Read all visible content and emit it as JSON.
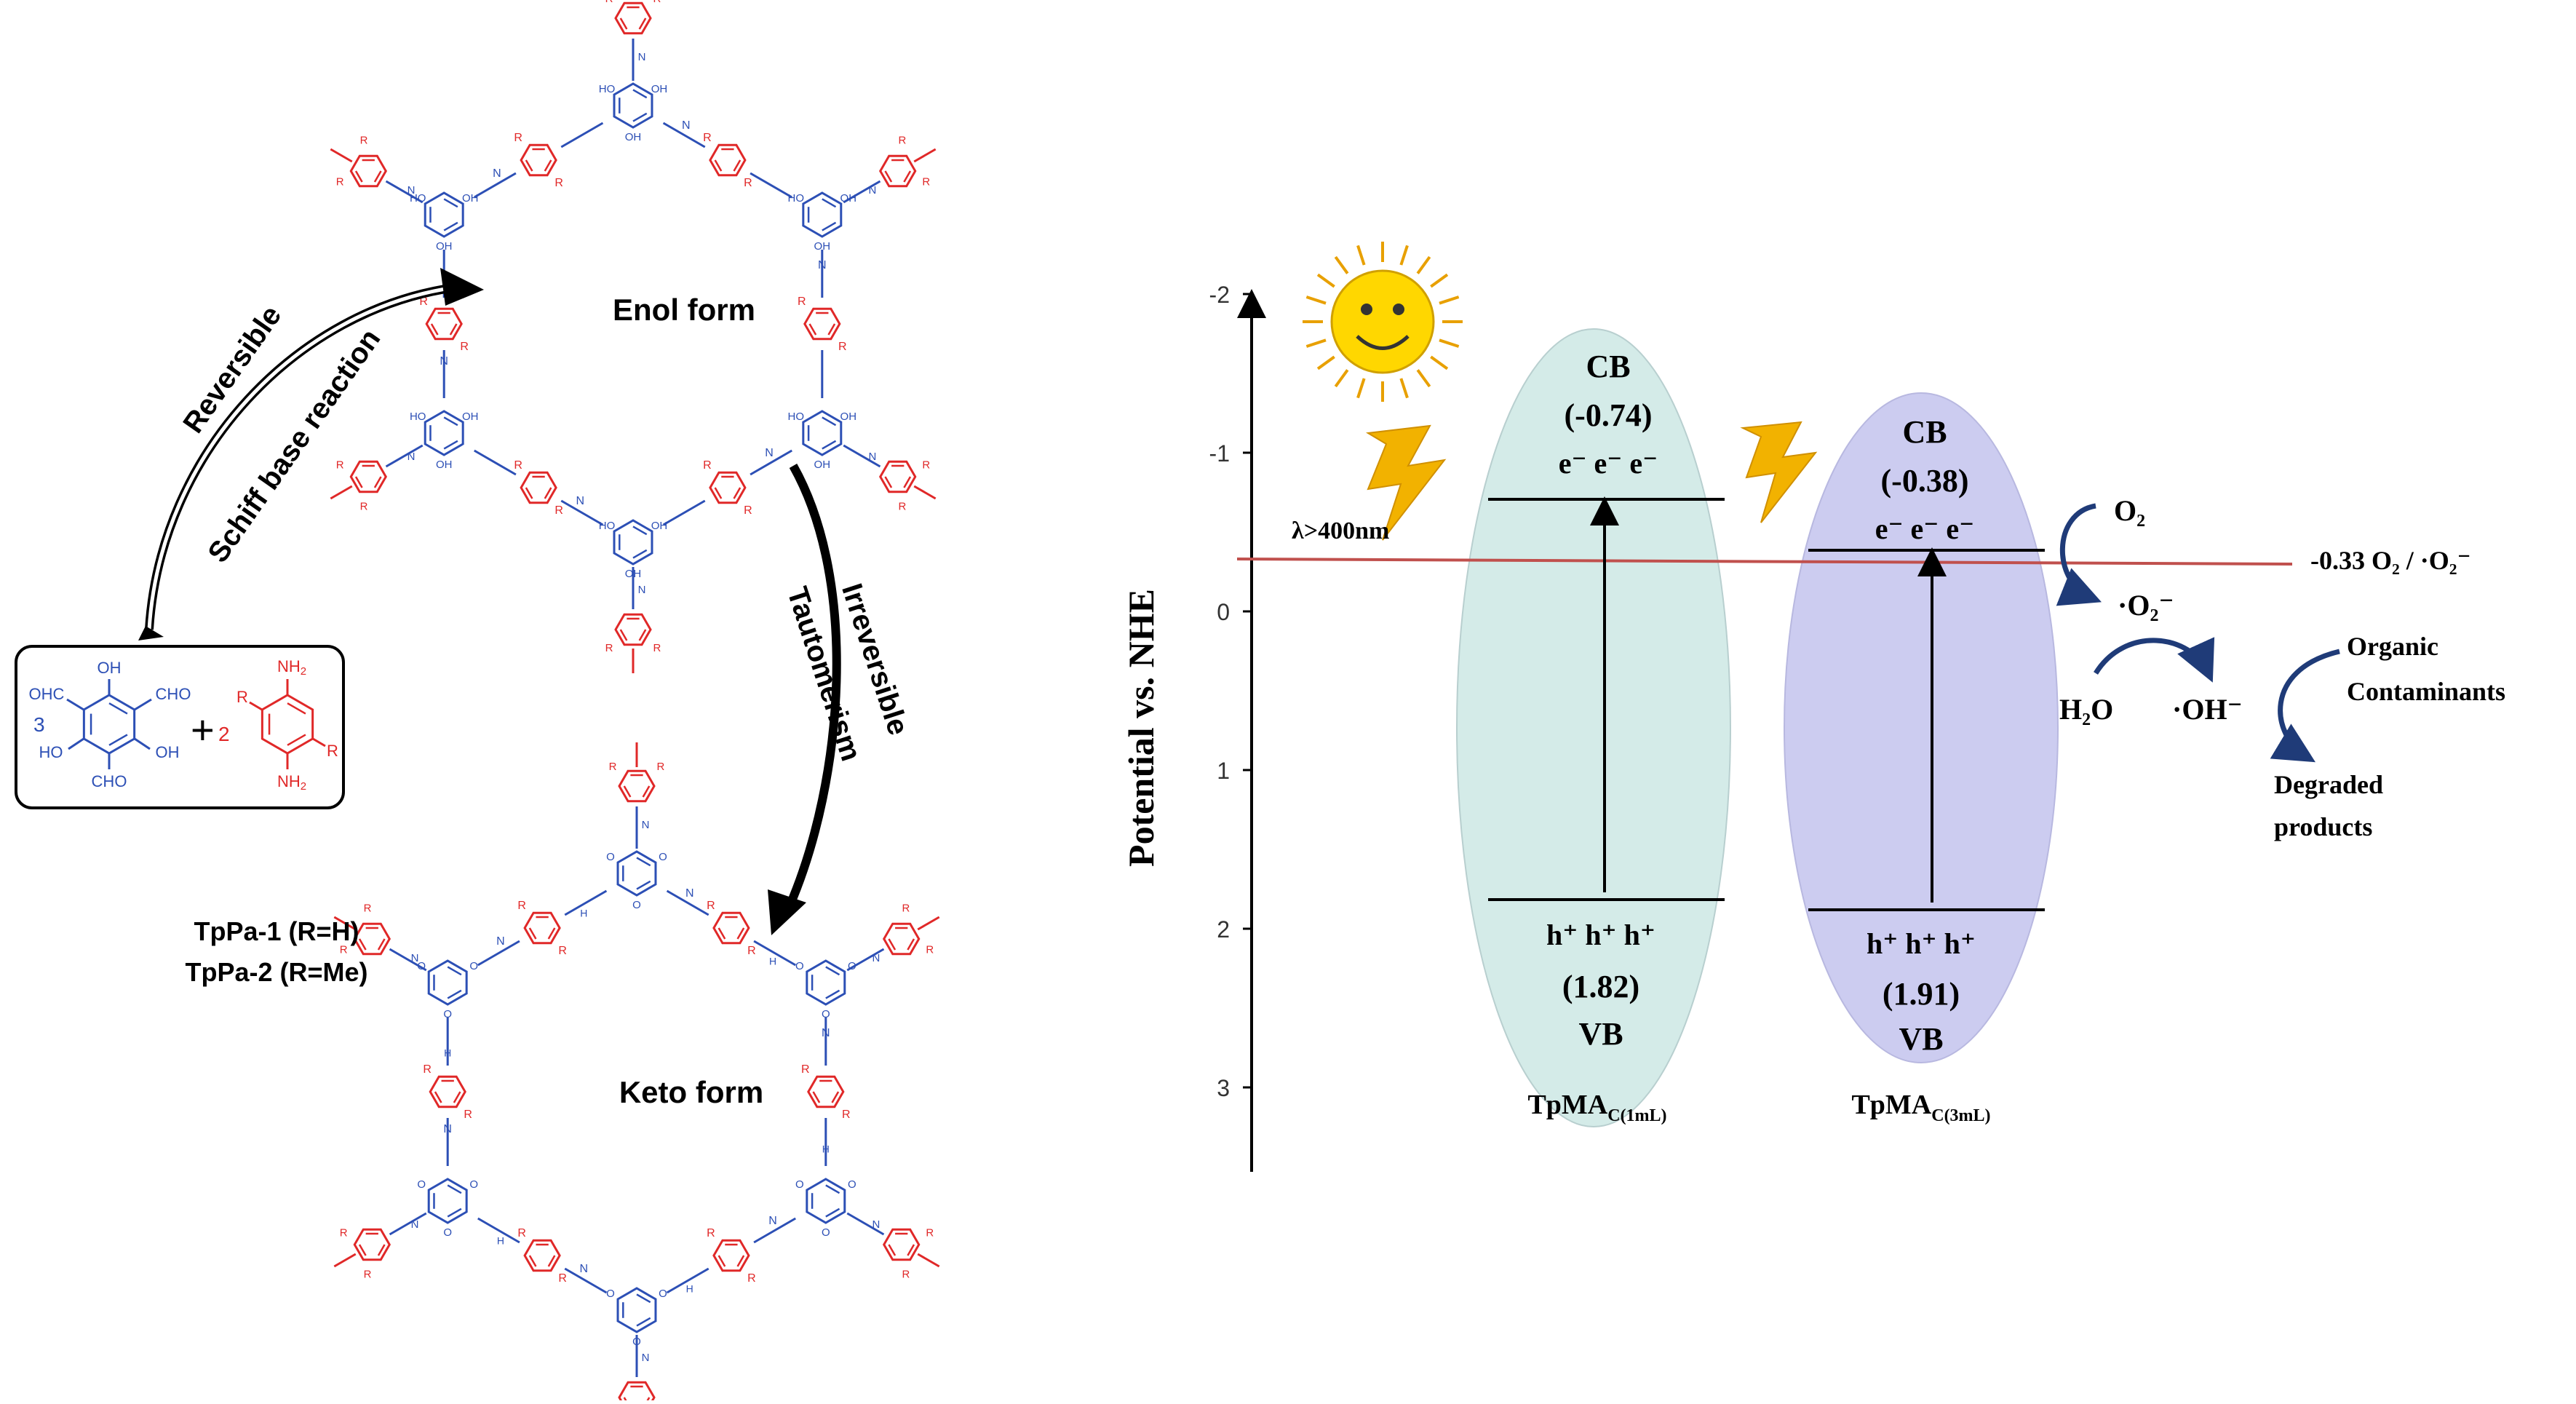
{
  "scheme": {
    "enol_label": "Enol form",
    "keto_label": "Keto form",
    "reversible_label": "Reversible",
    "schiff_label": "Schiff base reaction",
    "irreversible_label": "Irreversible",
    "tautomerism_label": "Tautomerism",
    "product_1": "TpPa-1 (R=H)",
    "product_2": "TpPa-2 (R=Me)",
    "reactants": {
      "coef_1": "3",
      "coef_2": "2",
      "plus": "+",
      "cho": "CHO",
      "ohc": "OHC",
      "oh": "OH",
      "ho": "HO",
      "nh2": "NH",
      "r": "R",
      "sub2": "2"
    },
    "atoms": {
      "r": "R",
      "n": "N",
      "oh": "OH",
      "ho": "HO",
      "o": "O",
      "h": "H"
    }
  },
  "band_diagram": {
    "ylabel": "Potential vs. NHE",
    "ticks": [
      "-2",
      "-1",
      "0",
      "1",
      "2",
      "3"
    ],
    "light_label": "λ>400nm",
    "redox_label": "-0.33  O₂ / ·O₂⁻",
    "left": {
      "cb_title": "CB",
      "cb_value": "(-0.74)",
      "electrons": "e⁻   e⁻   e⁻",
      "holes": "h⁺  h⁺  h⁺",
      "vb_value": "(1.82)",
      "vb_title": "VB",
      "name": "TpMA",
      "subscript": "C(1mL)",
      "fill": "#d4ebe8"
    },
    "right": {
      "cb_title": "CB",
      "cb_value": "(-0.38)",
      "electrons": "e⁻   e⁻   e⁻",
      "holes": "h⁺  h⁺  h⁺",
      "vb_value": "(1.91)",
      "vb_title": "VB",
      "name": "TpMA",
      "subscript": "C(3mL)",
      "fill": "#ccccf0"
    },
    "o2": "O₂",
    "superoxide": "·O₂⁻",
    "h2o": "H₂O",
    "hydroxyl": "·OH⁻",
    "contaminants_1": "Organic",
    "contaminants_2": "Contaminants",
    "degraded_1": "Degraded",
    "degraded_2": "products"
  },
  "colors": {
    "core_blue": "#2c4fb5",
    "linker_red": "#e02828",
    "redox_line": "#c0504d",
    "arrow_blue": "#1f3b78",
    "sun": "#ffd700",
    "bolt": "#f2b200"
  }
}
